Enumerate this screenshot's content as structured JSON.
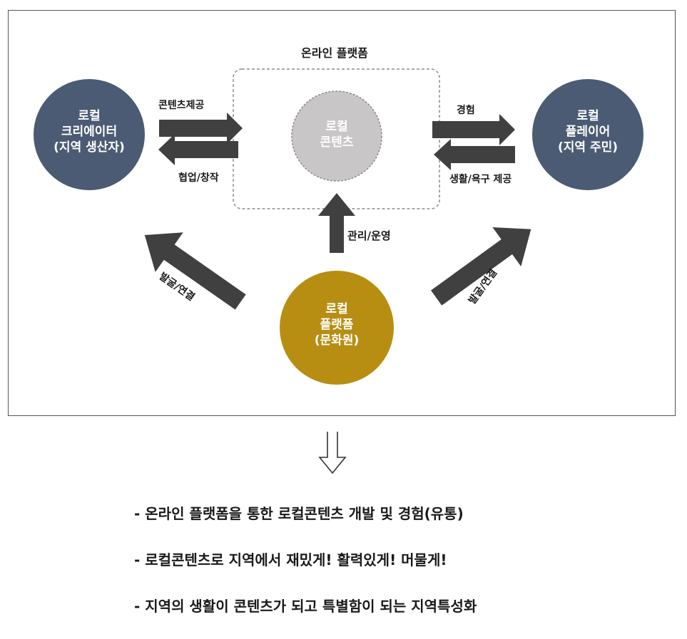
{
  "diagram": {
    "platform_area_label": "온라인 플랫폼",
    "nodes": {
      "creator": {
        "lines": [
          "로컬",
          "크리에이터",
          "(지역 생산자)"
        ],
        "color": "#4b5b73"
      },
      "content": {
        "lines": [
          "로컬",
          "콘텐츠"
        ],
        "color": "#c8c6c6"
      },
      "player": {
        "lines": [
          "로컬",
          "플레이어",
          "(지역 주민)"
        ],
        "color": "#4b5b73"
      },
      "platform": {
        "lines": [
          "로컬",
          "플랫폼",
          "(문화원)"
        ],
        "color": "#b78e12"
      }
    },
    "arrows": {
      "content_provision": "콘텐츠제공",
      "collab_creation": "협업/창작",
      "experience": "경험",
      "life_needs": "생활/욕구 제공",
      "management": "관리/운영",
      "discover_connect_left": "발굴/연결",
      "discover_connect_right": "발굴/연결"
    },
    "arrow_color": "#404040"
  },
  "bullets": [
    "- 온라인 플랫폼을 통한 로컬콘텐츠 개발 및 경험(유통)",
    "-  로컬콘텐츠로 지역에서 재밌게! 활력있게! 머물게!",
    "- 지역의 생활이 콘텐츠가 되고 특별함이 되는 지역특성화"
  ]
}
